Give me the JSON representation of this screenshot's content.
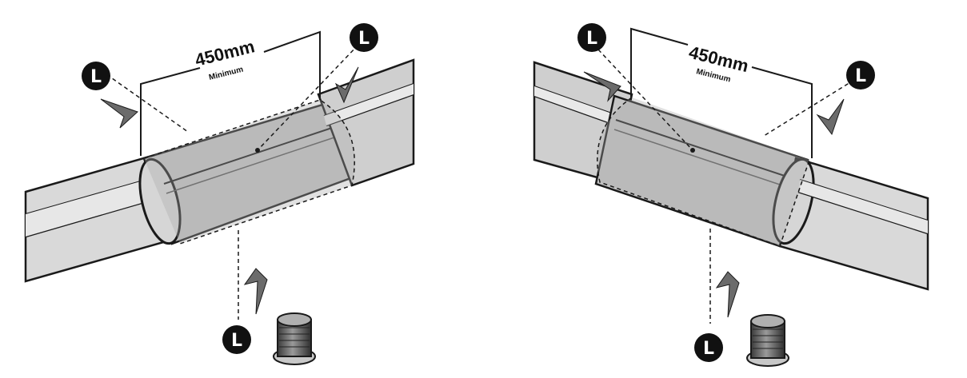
{
  "colors": {
    "tube_light": "#dedede",
    "tube_mid": "#c9c9c9",
    "tube_dark": "#8f8f8f",
    "outline": "#1a1a1a",
    "sleeve": "#bdbdbd",
    "arrow": "#6f6f6f",
    "callout": "#111111"
  },
  "left_panel": {
    "dimension_value": "450mm",
    "dimension_note": "Minimum",
    "callouts": [
      "L",
      "L",
      "L"
    ]
  },
  "right_panel": {
    "dimension_value": "450mm",
    "dimension_note": "Minimum",
    "callouts": [
      "L",
      "L",
      "L"
    ]
  },
  "icons": [
    "arrow-icon",
    "end-cap-icon",
    "callout-l-icon"
  ]
}
